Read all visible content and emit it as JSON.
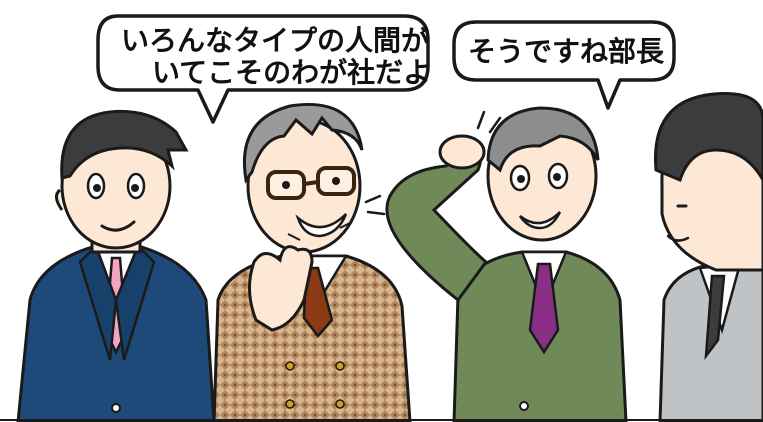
{
  "speech": {
    "left_line1": "いろんなタイプの人間が",
    "left_line2": "いてこそのわが社だよ",
    "right": "そうですね部長"
  },
  "colors": {
    "outline": "#1a1a1a",
    "skin": "#fde8d6",
    "navy_suit": "#1e4a7a",
    "olive_suit": "#6f8a58",
    "gray_suit": "#bfc3c5",
    "houndstooth": "#c9a37c",
    "pink_tie": "#f3a4c0",
    "purple_tie": "#8a2f86",
    "brown_tie": "#8a3a14",
    "hair_dark": "#3c3c3c",
    "hair_gray": "#9a9a9a"
  },
  "icons": {
    "left_bubble": "speech-bubble",
    "right_bubble": "speech-bubble"
  }
}
